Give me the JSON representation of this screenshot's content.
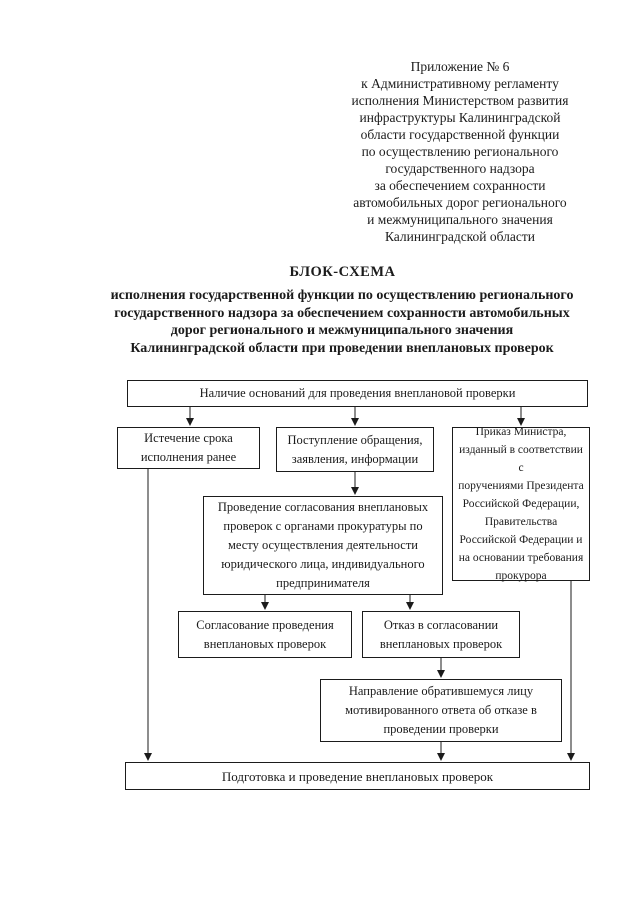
{
  "header": {
    "text": "Приложение № 6\nк Административному регламенту\nисполнения Министерством развития\nинфраструктуры Калининградской\nобласти государственной функции\nпо осуществлению регионального\nгосударственного надзора\nза обеспечением сохранности\nавтомобильных дорог регионального\nи межмуниципального значения\nКалининградской области"
  },
  "title": {
    "main": "БЛОК-СХЕМА",
    "subtitle": "исполнения государственной функции по осуществлению регионального\nгосударственного надзора за обеспечением сохранности автомобильных\nдорог регионального и межмуниципального значения\nКалининградской области при проведении внеплановых проверок"
  },
  "flowchart": {
    "nodes": {
      "grounds": "Наличие оснований для проведения внеплановой проверки",
      "expiry": "Истечение срока\nисполнения ранее",
      "appeal": "Поступление обращения,\nзаявления, информации",
      "order": "Приказ Министра,\nизданный в соответствии с\nпоручениями Президента\nРоссийской Федерации,\nПравительства\nРоссийской Федерации и\nна основании требования\nпрокурора",
      "coordination": "Проведение согласования внеплановых\nпроверок с органами прокуратуры по\nместу осуществления деятельности\nюридического лица, индивидуального\nпредпринимателя",
      "approved": "Согласование проведения\nвнеплановых проверок",
      "refused": "Отказ в согласовании\nвнеплановых проверок",
      "notice": "Направление обратившемуся лицу\nмотивированного ответа об отказе в\nпроведении проверки",
      "final": "Подготовка и проведение внеплановых проверок"
    },
    "edges": [
      [
        "grounds",
        "expiry"
      ],
      [
        "grounds",
        "appeal"
      ],
      [
        "grounds",
        "order"
      ],
      [
        "appeal",
        "coordination"
      ],
      [
        "coordination",
        "approved"
      ],
      [
        "coordination",
        "refused"
      ],
      [
        "refused",
        "notice"
      ],
      [
        "expiry",
        "final"
      ],
      [
        "notice",
        "final"
      ],
      [
        "order",
        "final"
      ]
    ],
    "colors": {
      "ink": "#1b1b1b",
      "paper": "#ffffff"
    }
  }
}
